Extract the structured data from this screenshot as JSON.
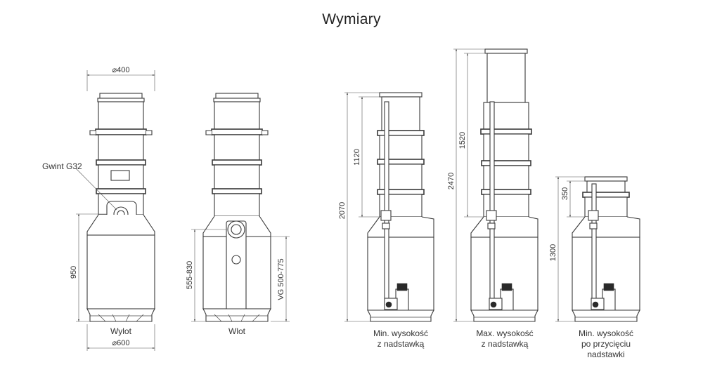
{
  "title": "Wymiary",
  "labels": {
    "thread": "Gwint G32",
    "outlet": "Wylot",
    "inlet": "Wlot",
    "min_height_line1": "Min. wysokość",
    "min_height_line2": "z nadstawką",
    "max_height_line1": "Max. wysokość",
    "max_height_line2": "z nadstawką",
    "min_cut_line1": "Min. wysokość",
    "min_cut_line2": "po przycięciu",
    "min_cut_line3": "nadstawki"
  },
  "dimensions": {
    "top_diameter": "⌀400",
    "base_diameter": "⌀600",
    "outlet_height": "950",
    "inlet_height": "555-830",
    "vg": "VG 500-775",
    "min_total": "2070",
    "min_riser": "1120",
    "max_total": "2470",
    "max_riser": "1520",
    "cut_total": "1300",
    "cut_riser": "350"
  },
  "colors": {
    "line": "#3a3a3a",
    "text": "#333333",
    "background": "#ffffff"
  }
}
